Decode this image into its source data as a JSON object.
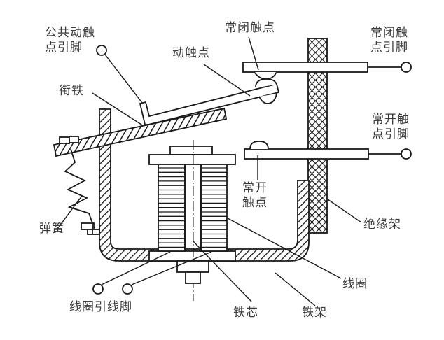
{
  "diagram": {
    "title": "电磁继电器结构图",
    "colors": {
      "ink": "#1a1a1a",
      "label": "#3a3a3a",
      "background": "#ffffff"
    },
    "labels": {
      "common_contact_pin": "公共动触\n点引脚",
      "moving_contact": "动触点",
      "armature": "衔铁",
      "nc_contact": "常闭触点",
      "nc_contact_pin": "常闭触\n点引脚",
      "no_contact_pin": "常开触\n点引脚",
      "no_contact": "常开\n触点",
      "spring": "弹簧",
      "insulating_frame": "绝缘架",
      "coil": "线圈",
      "coil_lead_pins": "线圈引线脚",
      "iron_core": "铁芯",
      "iron_frame": "铁架"
    }
  }
}
